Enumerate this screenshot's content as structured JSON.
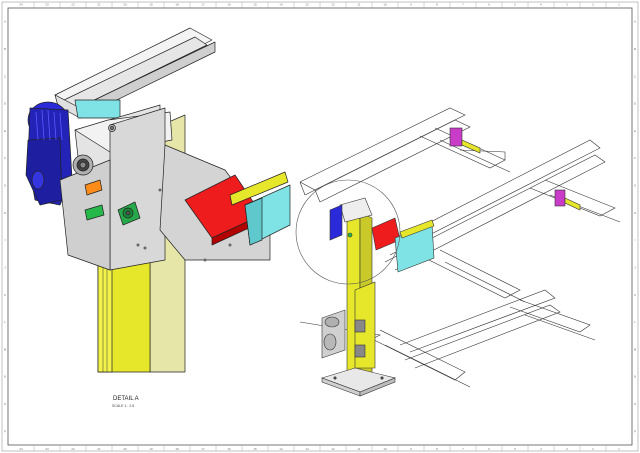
{
  "drawing": {
    "detail_label": "DETAIL A",
    "detail_scale": "SCALE 1 : 2.5",
    "border_numbers_top": [
      "24",
      "23",
      "22",
      "21",
      "20",
      "19",
      "18",
      "17",
      "16",
      "15",
      "14",
      "13",
      "12",
      "11",
      "10",
      "9",
      "8",
      "7",
      "6",
      "5",
      "4",
      "3",
      "2",
      "1"
    ],
    "border_letters_side": [
      "A",
      "B",
      "C",
      "D",
      "E",
      "F",
      "G",
      "H",
      "I",
      "J",
      "K",
      "L",
      "M",
      "N",
      "O",
      "P"
    ]
  },
  "colors": {
    "motor_blue": "#2a2ad8",
    "column_yellow": "#e6e62a",
    "conveyor_cyan": "#7fe3e6",
    "plate_red": "#ee1c1c",
    "hinge_green": "#27b84a",
    "marker_magenta": "#c83cc8",
    "shaft_orange": "#ff8c1a",
    "housing_gray": "#d8d8d8",
    "line_dark": "#222222"
  }
}
